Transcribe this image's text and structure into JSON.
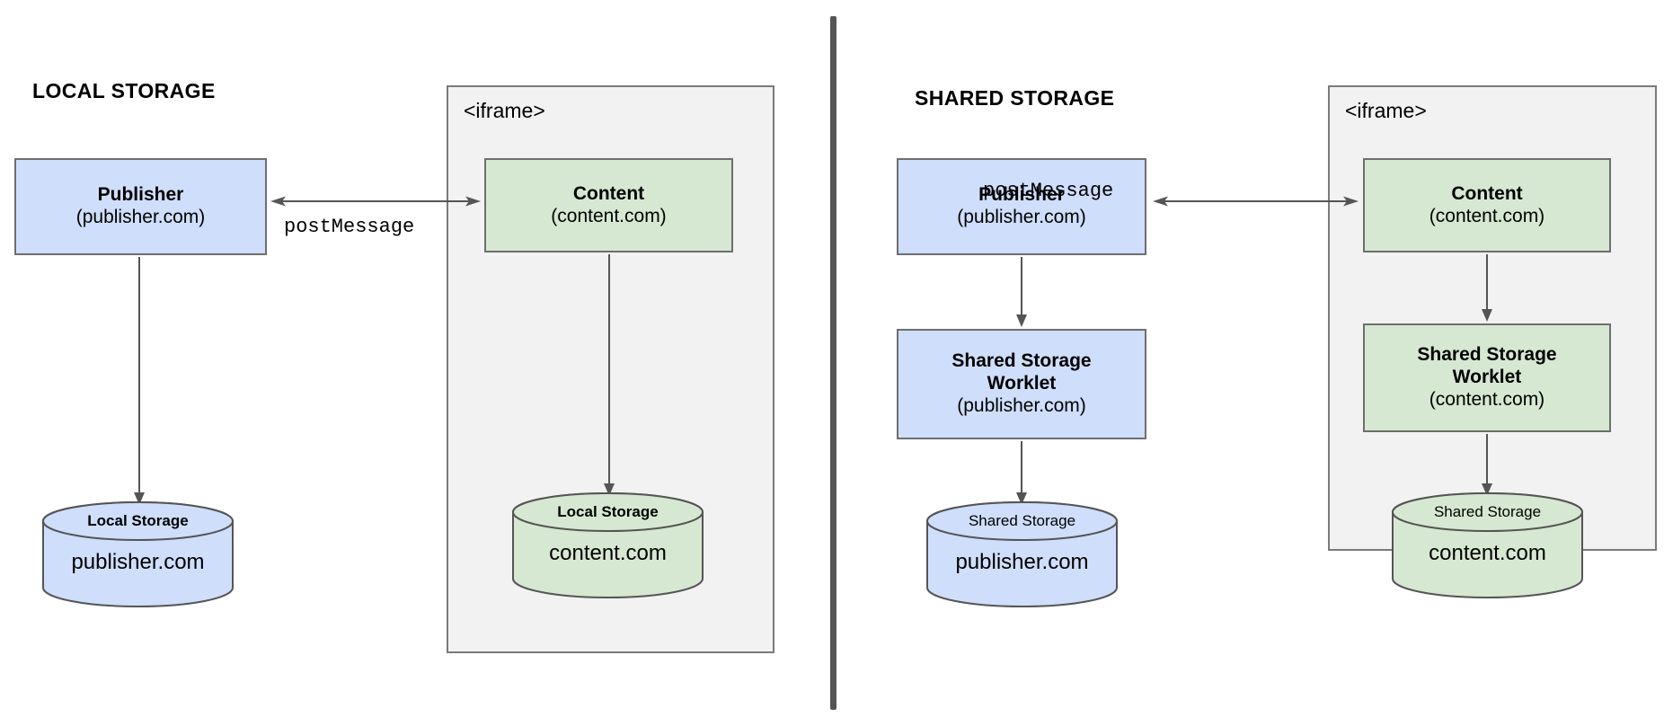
{
  "diagram": {
    "title_left": "LOCAL STORAGE",
    "title_right": "SHARED STORAGE",
    "iframe_label": "<iframe>",
    "post_message_label_left": "postMessage",
    "post_message_label_right": "postMessage",
    "colors": {
      "blue_fill": "#cfdefb",
      "green_fill": "#d6e8d2",
      "iframe_fill": "#f2f2f2",
      "stroke": "#6e6e6e",
      "divider": "#555555",
      "background": "#ffffff"
    },
    "left_panel": {
      "publisher": {
        "title": "Publisher",
        "sub": "(publisher.com)"
      },
      "content": {
        "title": "Content",
        "sub": "(content.com)"
      },
      "publisher_store": {
        "label": "Local Storage",
        "origin": "publisher.com"
      },
      "content_store": {
        "label": "Local Storage",
        "origin": "content.com"
      }
    },
    "right_panel": {
      "publisher": {
        "title": "Publisher",
        "sub": "(publisher.com)"
      },
      "content": {
        "title": "Content",
        "sub": "(content.com)"
      },
      "publisher_worklet": {
        "title": "Shared Storage Worklet",
        "sub": "(publisher.com)"
      },
      "content_worklet": {
        "title": "Shared Storage Worklet",
        "sub": "(content.com)"
      },
      "publisher_store": {
        "label": "Shared Storage",
        "origin": "publisher.com"
      },
      "content_store": {
        "label": "Shared Storage",
        "origin": "content.com"
      }
    }
  }
}
